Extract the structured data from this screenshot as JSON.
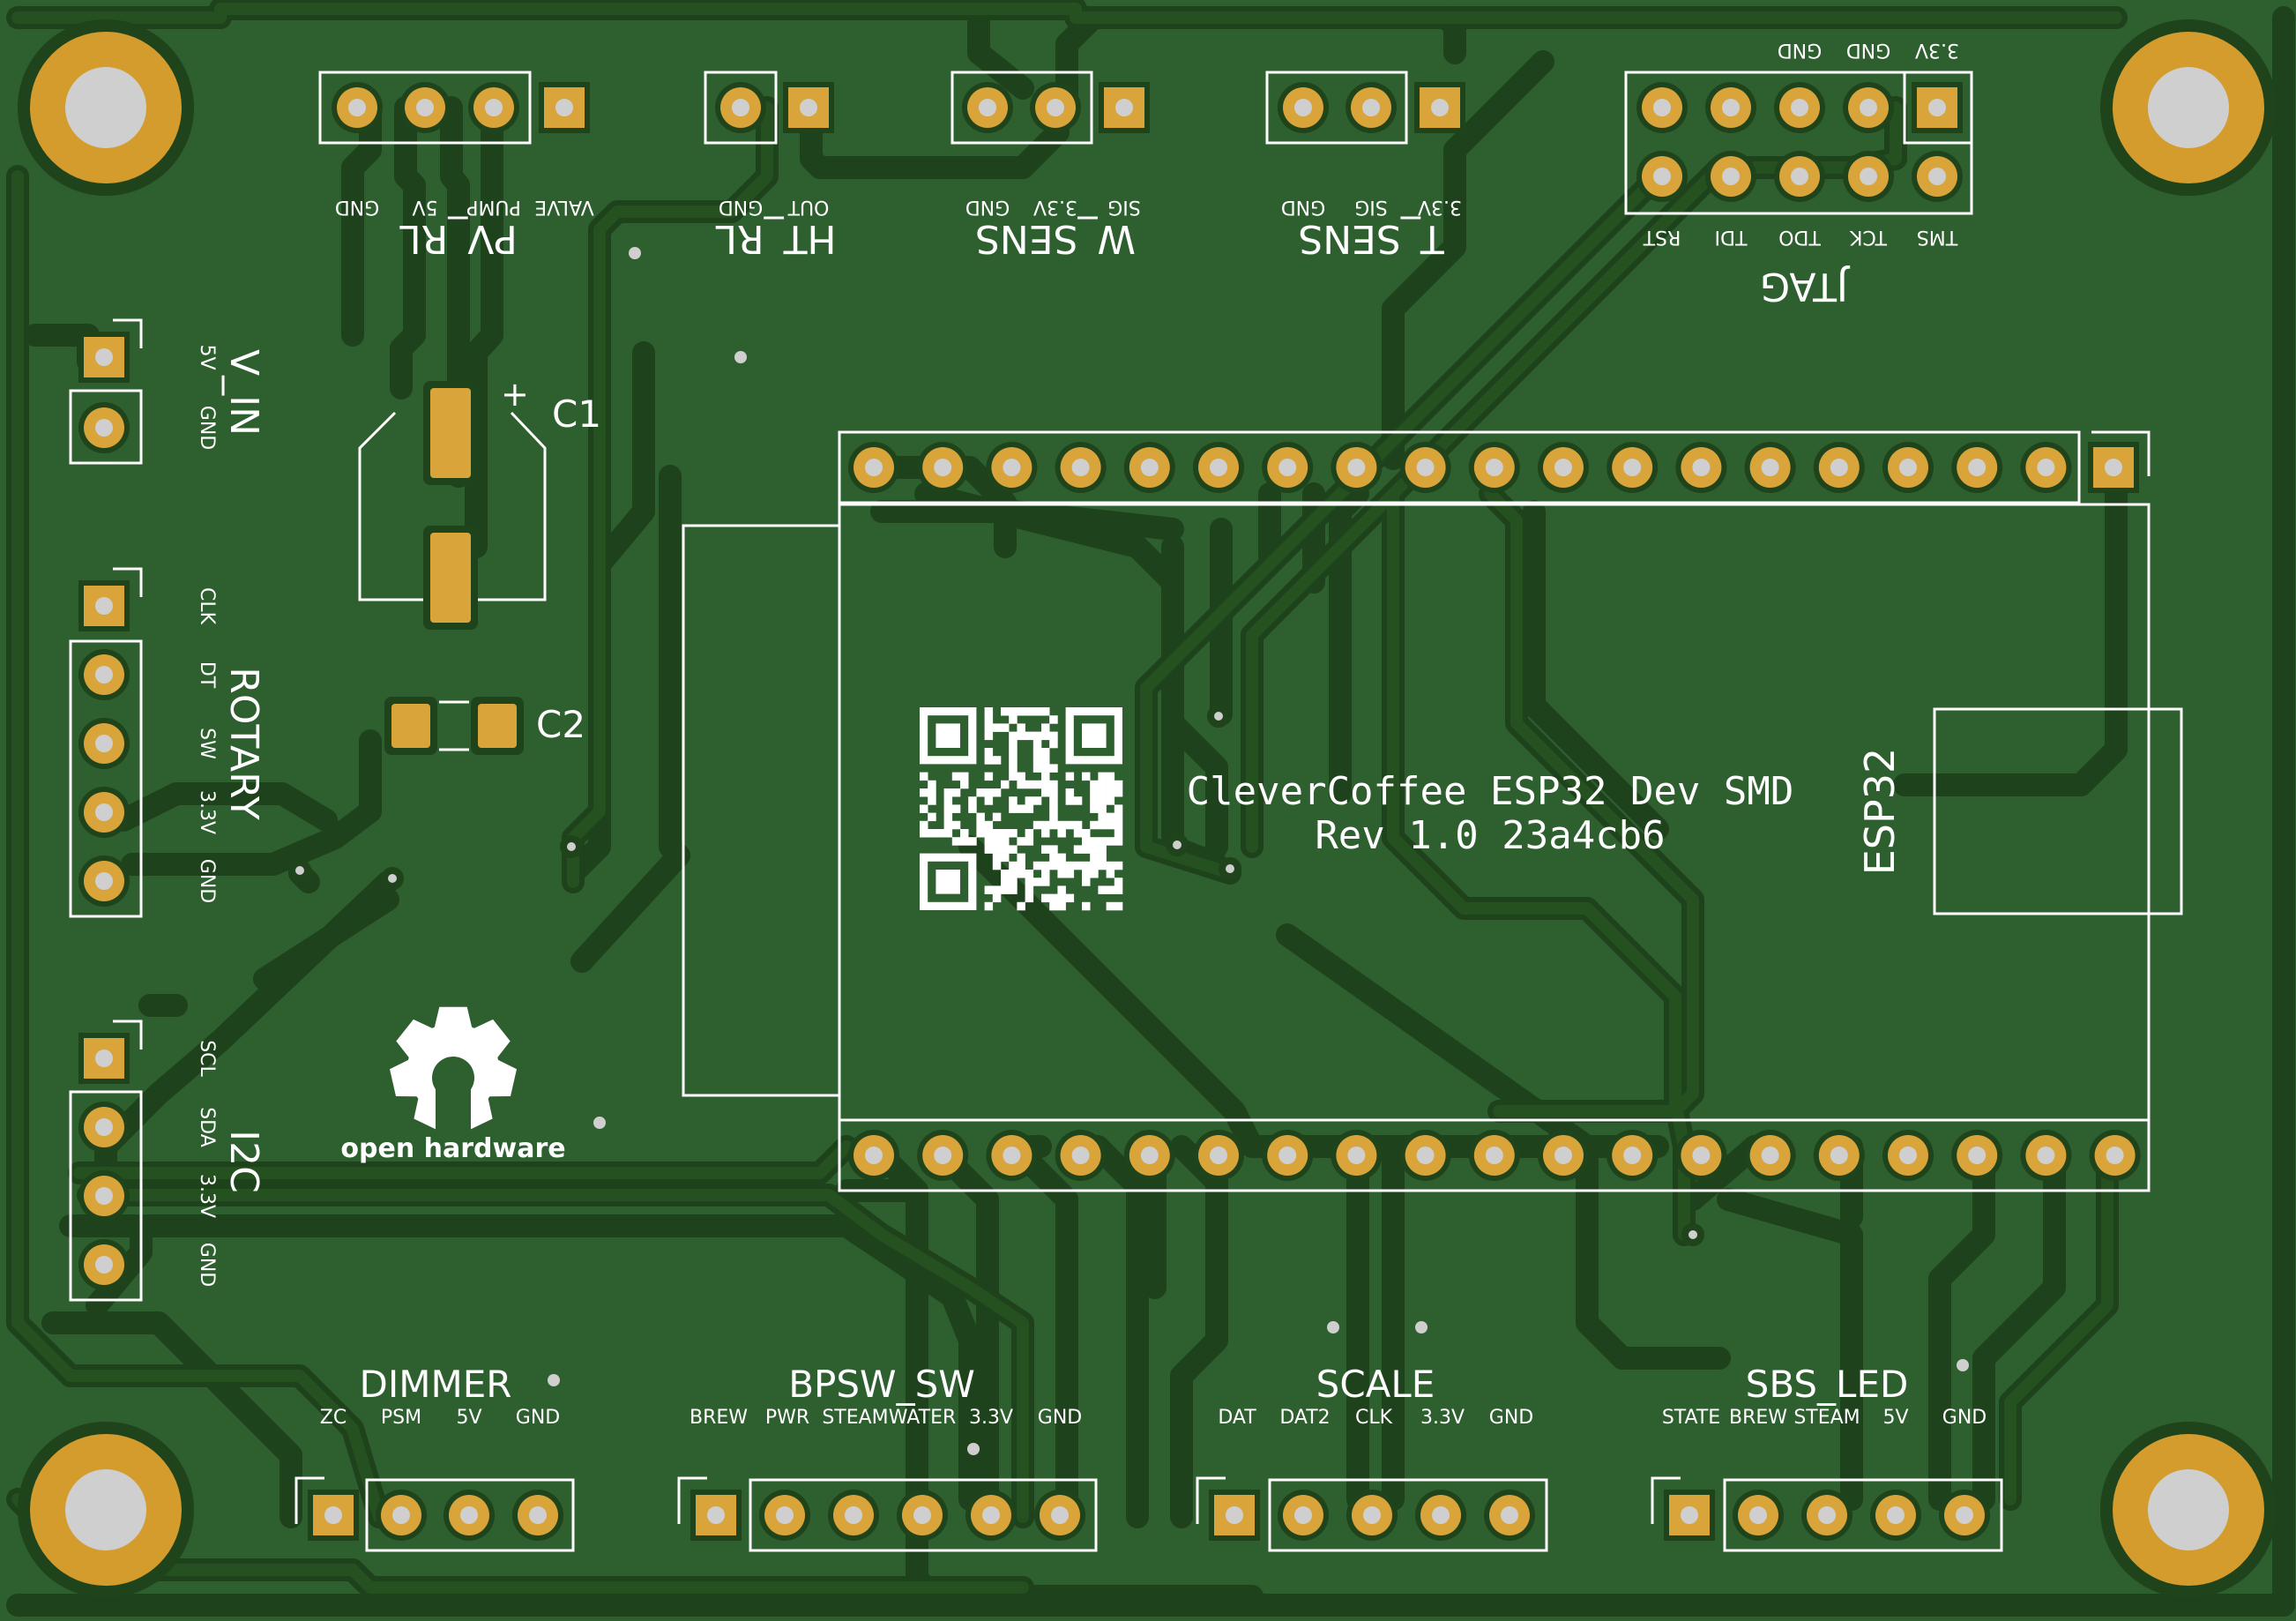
{
  "board": {
    "name": "CleverCoffee ESP32 Dev SMD",
    "revision": "Rev 1.0 23a4cb6",
    "colors": {
      "soldermask": "#2e5f2e",
      "copper_trace": "#24501f",
      "trace_outline": "#1f431b",
      "pad_gold": "#d9a43a",
      "hole": "#cfcfcf",
      "silkscreen": "#ffffff",
      "mounting_ring": "#d49c2d"
    },
    "logo": {
      "icon": "open-hardware-gear-icon",
      "text": "open hardware"
    }
  },
  "top_headers": [
    {
      "ref": "PV_RL",
      "pins": [
        "VALVE",
        "PUMP",
        "5V",
        "GND"
      ]
    },
    {
      "ref": "HT_RL",
      "pins": [
        "OUT",
        "GND"
      ]
    },
    {
      "ref": "W_SENS",
      "pins": [
        "SIG",
        "3.3V",
        "GND"
      ]
    },
    {
      "ref": "T_SENS",
      "pins": [
        "3.3V",
        "SIG",
        "GND"
      ]
    }
  ],
  "jtag": {
    "ref": "JTAG",
    "top_labels": [
      "3.3V",
      "GND",
      "GND"
    ],
    "bottom_labels": [
      "TMS",
      "TCK",
      "TDO",
      "TDI",
      "RST"
    ]
  },
  "left_headers": [
    {
      "ref": "V_IN",
      "pins": [
        "5V",
        "GND"
      ]
    },
    {
      "ref": "ROTARY",
      "pins": [
        "CLK",
        "DT",
        "SW",
        "3.3V",
        "GND"
      ]
    },
    {
      "ref": "I2C",
      "pins": [
        "SCL",
        "SDA",
        "3.3V",
        "GND"
      ]
    }
  ],
  "bottom_headers": [
    {
      "ref": "DIMMER",
      "pins": [
        "ZC",
        "PSM",
        "5V",
        "GND"
      ]
    },
    {
      "ref": "BPSW_SW",
      "pins": [
        "BREW",
        "PWR",
        "STEAM",
        "WATER",
        "3.3V",
        "GND"
      ]
    },
    {
      "ref": "SCALE",
      "pins": [
        "DAT",
        "DAT2",
        "CLK",
        "3.3V",
        "GND"
      ]
    },
    {
      "ref": "SBS_LED",
      "pins": [
        "STATE",
        "BREW",
        "STEAM",
        "5V",
        "GND"
      ]
    }
  ],
  "capacitors": [
    {
      "ref": "C1",
      "polarity": "+"
    },
    {
      "ref": "C2"
    }
  ],
  "module": {
    "ref": "ESP32"
  }
}
